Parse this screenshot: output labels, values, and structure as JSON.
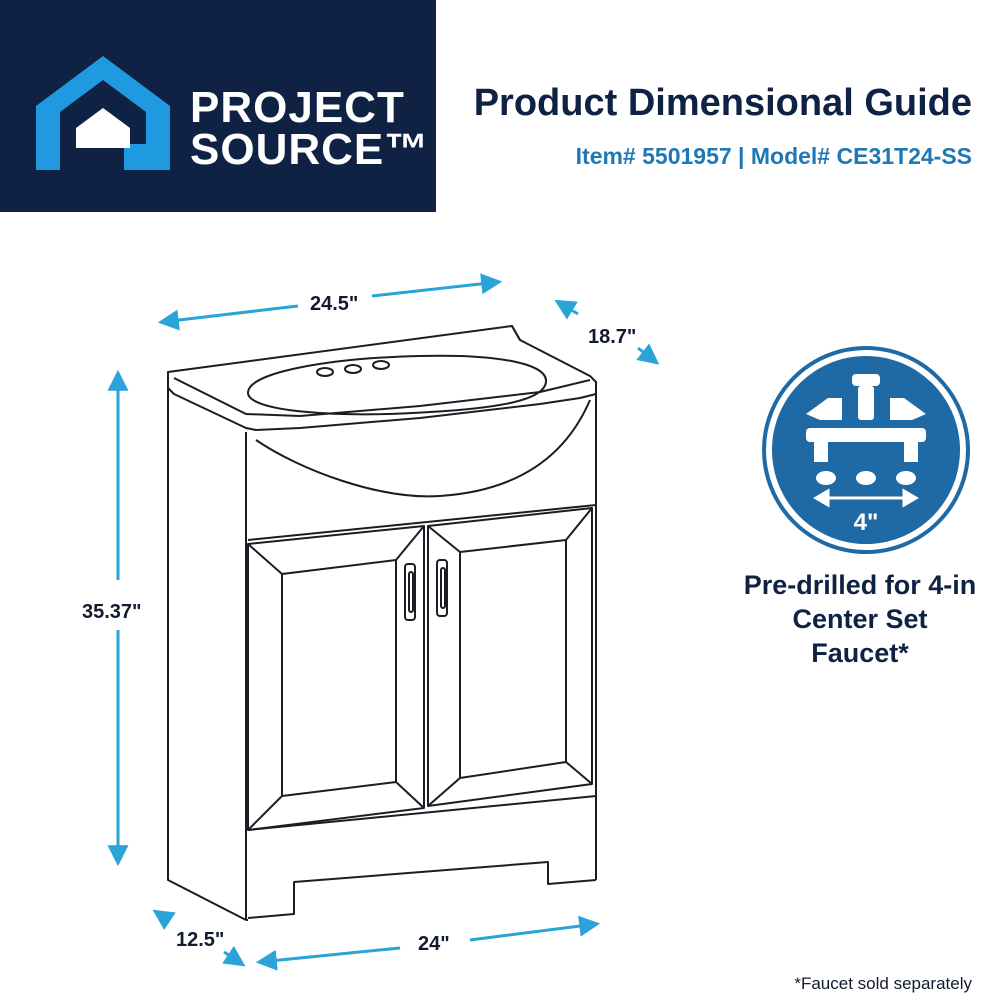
{
  "brand": {
    "line1": "PROJECT",
    "line2": "SOURCE™",
    "logo_icon": "house-outline-icon"
  },
  "header": {
    "title": "Product Dimensional Guide",
    "subtitle": "Item# 5501957 | Model# CE31T24-SS"
  },
  "dimensions": {
    "top_width": "24.5\"",
    "top_depth": "18.7\"",
    "height": "35.37\"",
    "bottom_depth": "12.5\"",
    "bottom_width": "24\""
  },
  "feature": {
    "icon": "faucet-icon",
    "spacing_label": "4\"",
    "line1": "Pre-drilled for 4-in",
    "line2": "Center Set Faucet*"
  },
  "footnote": "*Faucet sold separately",
  "colors": {
    "navy": "#0f2244",
    "brand_blue": "#1f78b4",
    "dimension_blue": "#29a3d8",
    "line_art": "#1c1c24"
  }
}
